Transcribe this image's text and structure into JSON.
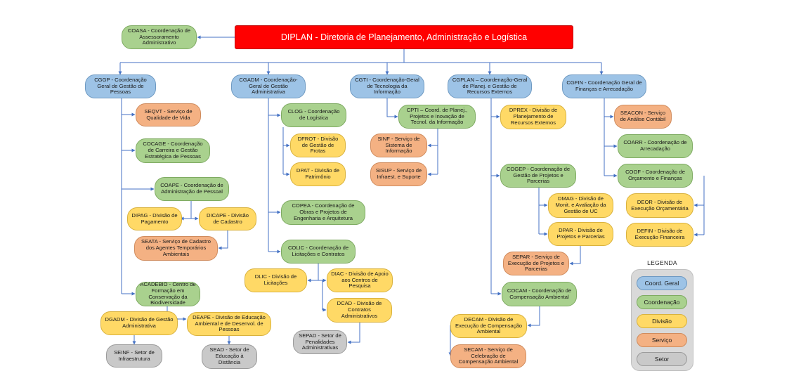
{
  "colors": {
    "red": "#ff0000",
    "blue": "#9dc3e6",
    "green": "#a9d18e",
    "yellow": "#ffd966",
    "orange": "#f4b183",
    "gray": "#c9c9c9",
    "connector": "#4472c4"
  },
  "legend": {
    "title": "LEGENDA",
    "items": [
      "Coord. Geral",
      "Coordenação",
      "Divisão",
      "Serviço",
      "Setor"
    ]
  },
  "nodes": {
    "diplan": "DIPLAN - Diretoria de Planejamento, Administração e Logística",
    "coasa": "COASA - Coordenação de Assessoramento Administrativo",
    "cggp": "CGGP - Coordenação Geral de Gestão de Pessoas",
    "seqvt": "SEQVT - Serviço de Qualidade de Vida",
    "cocage": "COCAGE - Coordenação de Carreira e Gestão Estratégica de Pessoas",
    "coape": "COAPE - Coordenação de Administração de Pessoal",
    "dipag": "DIPAG - Divisão de Pagamento",
    "dicape": "DICAPE - Divisão de Cadastro",
    "seata": "SEATA - Serviço de Cadastro dos Agentes Temporários Ambientais",
    "acadebio": "ACADEBIO - Centro de Formação em Conservação da Biodiversidade",
    "dgadm": "DGADM - Divisão de Gestão Administrativa",
    "deape": "DEAPE - Divisão de Educação Ambiental e de Desenvol. de Pessoas",
    "seinf": "SEINF - Setor de Infraestrutura",
    "sead": "SEAD - Setor de Educação à Distância",
    "cgadm": "CGADM - Coordenação-Geral de Gestão Administrativa",
    "clog": "CLOG - Coordenação de Logística",
    "dfrot": "DFROT - Divisão de Gestão de Frotas",
    "dpat": "DPAT - Divisão de Patrimônio",
    "copea": "COPEA - Coordenação de Obras e Projetos de Engenharia e Arquitetura",
    "colic": "COLIC - Coordenação de Licitações e Contratos",
    "dlic": "DLIC - Divisão de Licitações",
    "diac": "DIAC - Divisão de Apoio aos Centros de Pesquisa",
    "dcad": "DCAD - Divisão de Contratos Administrativos",
    "sepad": "SEPAD - Setor de Penalidades Administrativas",
    "cgti": "CGTI - Coordenação-Geral de Tecnologia da Informação",
    "cpti": "CPTI – Coord. de Planej., Projetos e Inovação de Tecnol. da Informação",
    "sinf": "SINF - Serviço de Sistema de Informação",
    "sisup": "SISUP - Serviço de Infraest. e Suporte",
    "cgplan": "CGPLAN – Coordenação-Geral de Planej. e Gestão de Recursos Externos",
    "dprex": "DPREX - Divisão de Planejamento de Recursos Externos",
    "cogep": "COGEP - Coordenação de Gestão de Projetos e Parcerias",
    "dmag": "DMAG - Divisão de Monit. e Avaliação da Gestão de UC",
    "dpar": "DPAR - Divisão de Projetos e Parcerias",
    "separ": "SEPAR - Serviço de Execução de Projetos e Parcerias",
    "cocam": "COCAM - Coordenação de Compensação Ambiental",
    "decam": "DECAM - Divisão de Execução de Compensação Ambiental",
    "secam": "SECAM - Serviço de Celebração de Compensação Ambiental",
    "cgfin": "CGFIN - Coordenação Geral de Finanças e Arrecadação",
    "seacon": "SEACON - Serviço de Análise Contábil",
    "coarr": "COARR - Coordenação de Arrecadação",
    "coof": "COOF - Coordenação de Orçamento e Finanças",
    "deor": "DEOR - Divisão de Execução Orçamentária",
    "defin": "DEFIN - Divisão de Execução Financeira"
  }
}
